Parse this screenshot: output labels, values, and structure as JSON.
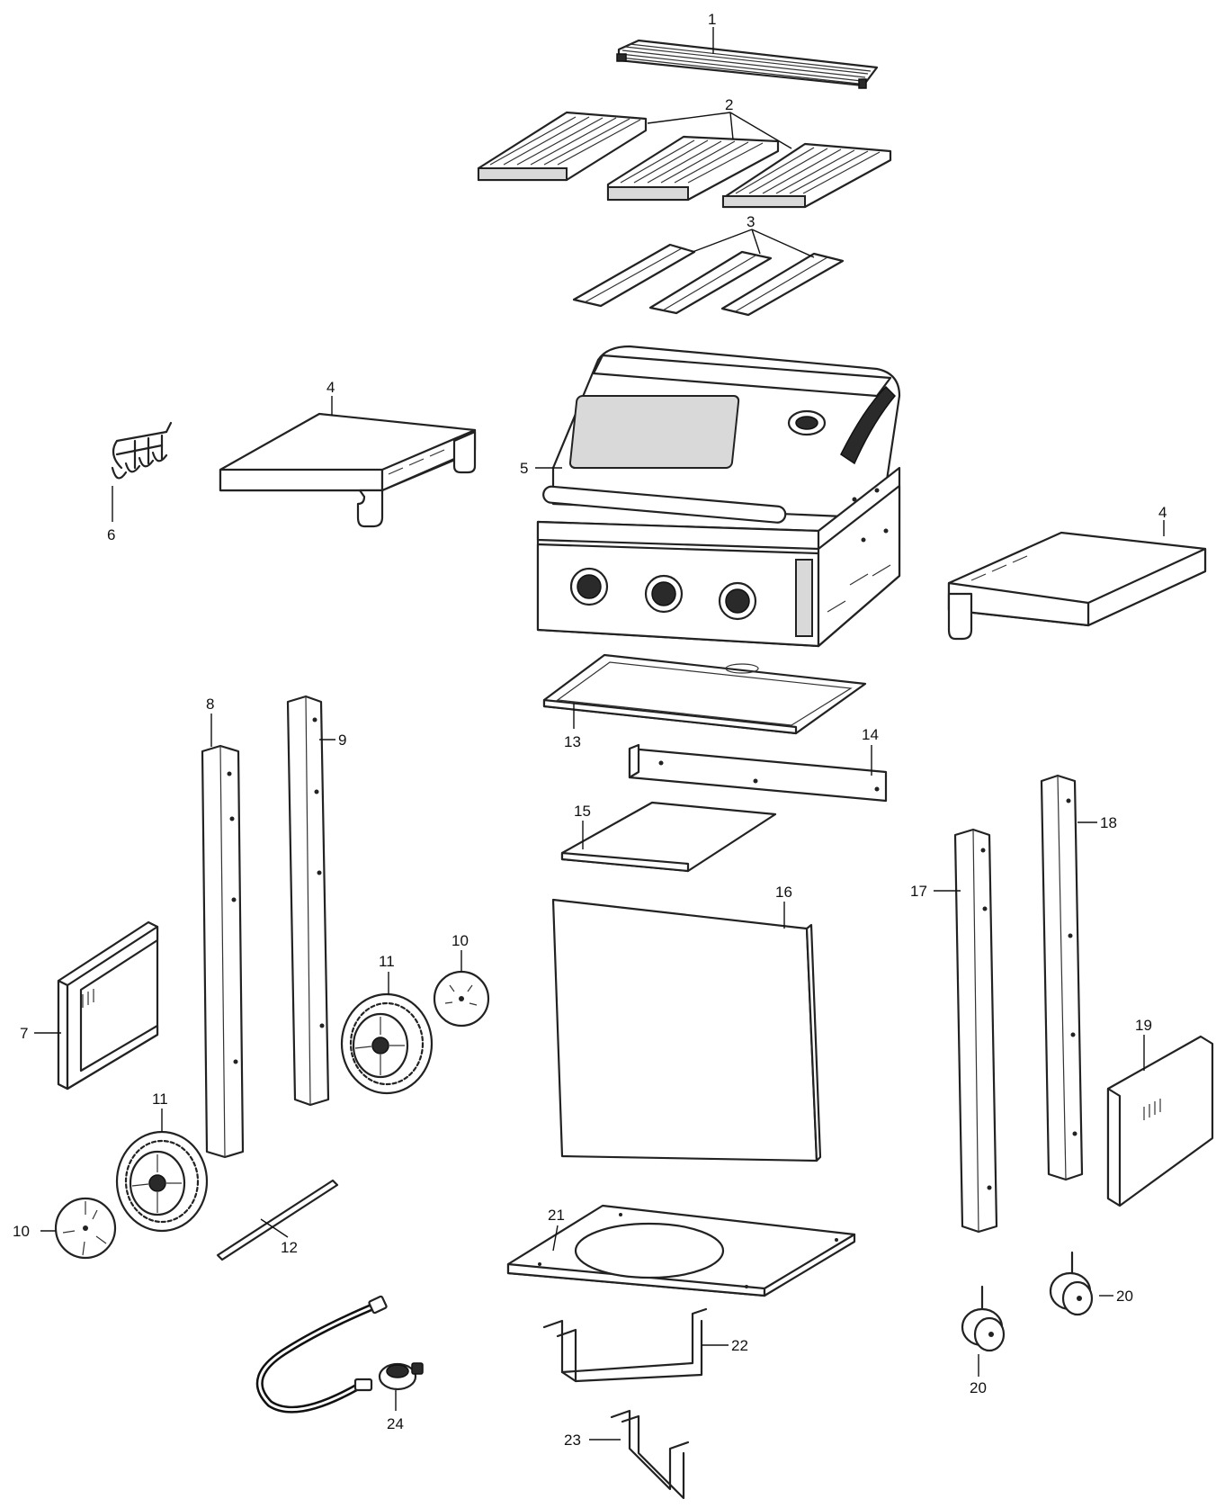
{
  "callouts": [
    {
      "id": "c1",
      "text": "1"
    },
    {
      "id": "c2",
      "text": "2"
    },
    {
      "id": "c3",
      "text": "3"
    },
    {
      "id": "c4a",
      "text": "4"
    },
    {
      "id": "c4b",
      "text": "4"
    },
    {
      "id": "c5",
      "text": "5"
    },
    {
      "id": "c6",
      "text": "6"
    },
    {
      "id": "c7",
      "text": "7"
    },
    {
      "id": "c8",
      "text": "8"
    },
    {
      "id": "c9",
      "text": "9"
    },
    {
      "id": "c10a",
      "text": "10"
    },
    {
      "id": "c10b",
      "text": "10"
    },
    {
      "id": "c11a",
      "text": "11"
    },
    {
      "id": "c11b",
      "text": "11"
    },
    {
      "id": "c12",
      "text": "12"
    },
    {
      "id": "c13",
      "text": "13"
    },
    {
      "id": "c14",
      "text": "14"
    },
    {
      "id": "c15",
      "text": "15"
    },
    {
      "id": "c16",
      "text": "16"
    },
    {
      "id": "c17",
      "text": "17"
    },
    {
      "id": "c18",
      "text": "18"
    },
    {
      "id": "c19",
      "text": "19"
    },
    {
      "id": "c20a",
      "text": "20"
    },
    {
      "id": "c20b",
      "text": "20"
    },
    {
      "id": "c21",
      "text": "21"
    },
    {
      "id": "c22",
      "text": "22"
    },
    {
      "id": "c23",
      "text": "23"
    },
    {
      "id": "c24",
      "text": "24"
    }
  ]
}
